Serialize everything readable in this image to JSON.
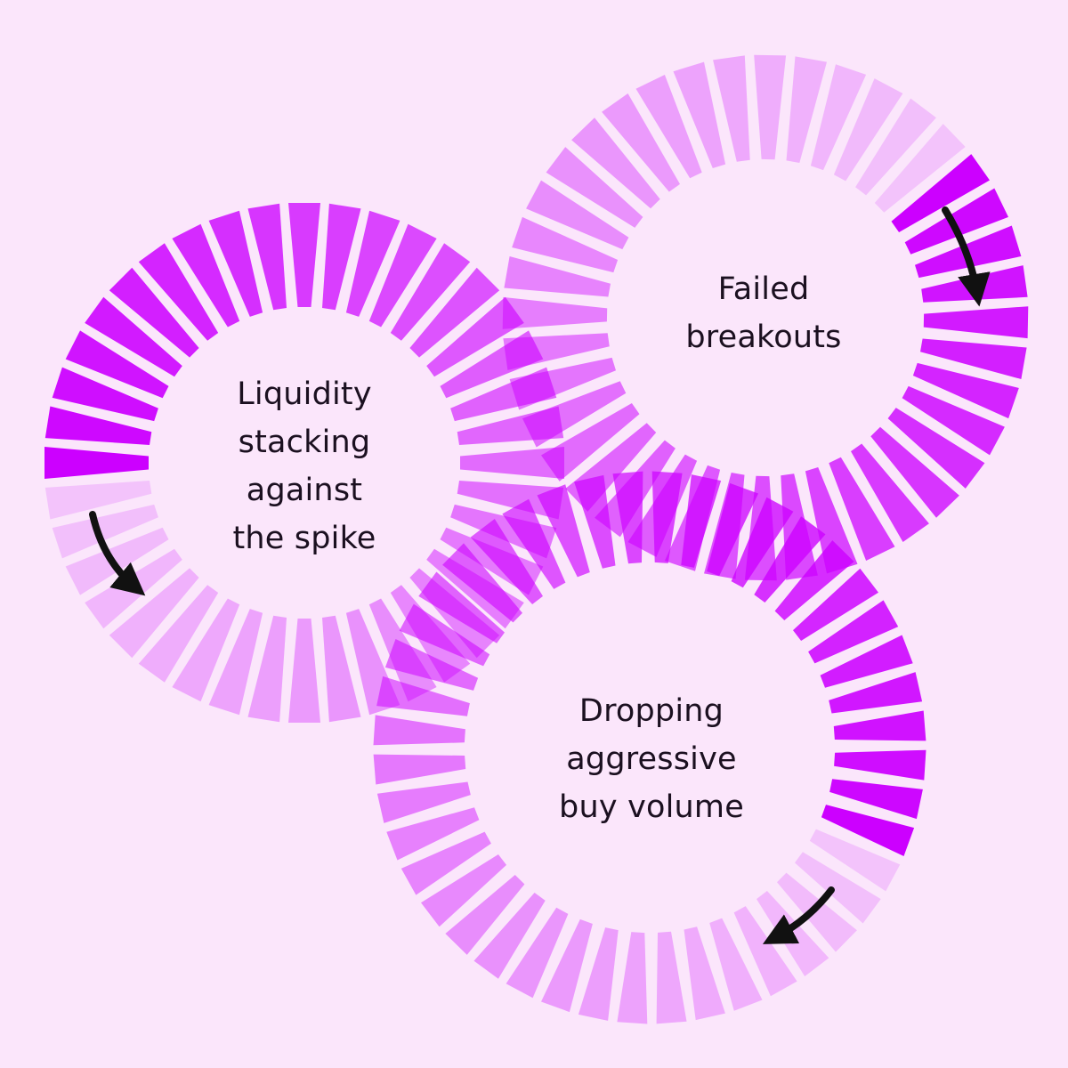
{
  "colors": {
    "background": "#fbe6fb",
    "dash": "#cc00ff",
    "arrow": "#111111",
    "text": "#1b1020"
  },
  "rings": [
    {
      "id": "liquidity",
      "label_lines": [
        "Liquidity",
        "stacking",
        "against",
        "the spike"
      ],
      "arrow_icon": "curved-arrow-icon"
    },
    {
      "id": "breakouts",
      "label_lines": [
        "Failed",
        "breakouts"
      ],
      "arrow_icon": "curved-arrow-icon"
    },
    {
      "id": "dropping",
      "label_lines": [
        "Dropping",
        "aggressive",
        "buy volume"
      ],
      "arrow_icon": "curved-arrow-icon"
    }
  ]
}
